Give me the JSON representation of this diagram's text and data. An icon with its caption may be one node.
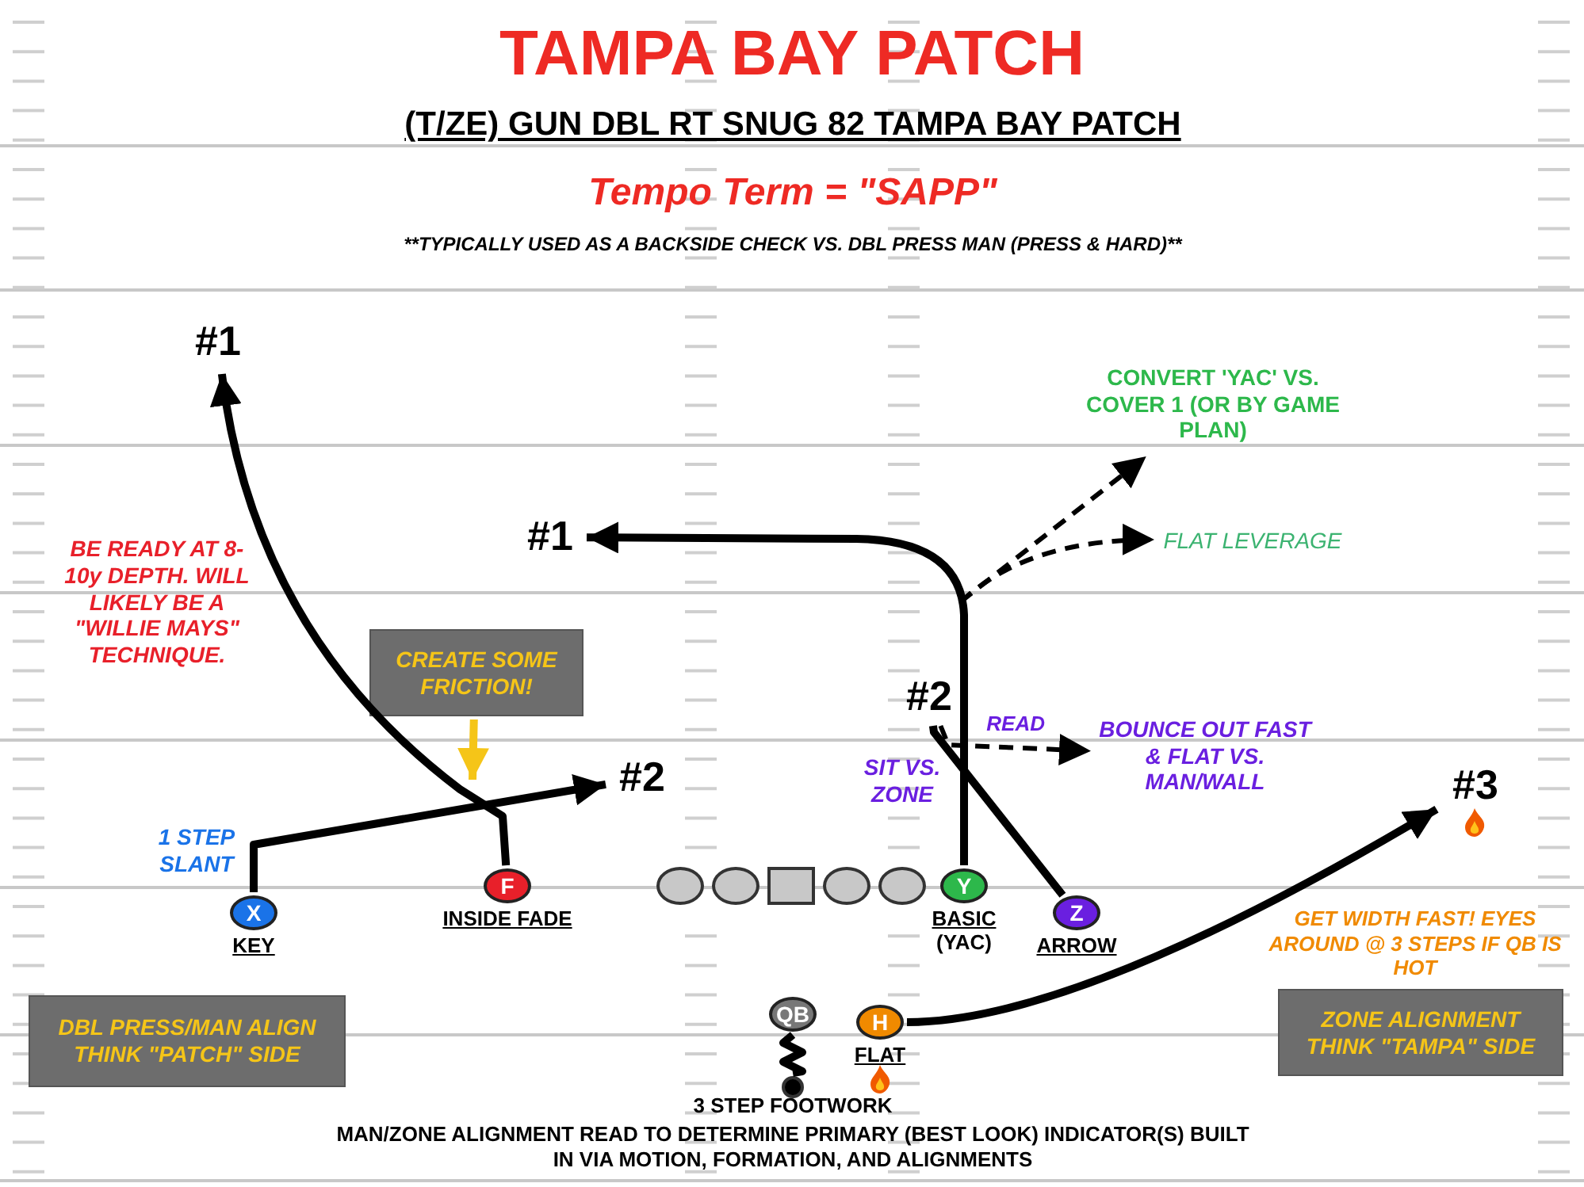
{
  "diagram": {
    "title": "TAMPA BAY PATCH",
    "nodes": [
      {
        "text": [
          "#1"
        ]
      },
      {
        "text": [
          "CONVERT 'YAC' VS. COVER 1 (OR BY GAME PLAN)"
        ]
      },
      {
        "text": [
          "#1"
        ]
      },
      {
        "text": [
          "FLAT LEVERAGE"
        ]
      },
      {
        "text": [
          "CREATE SOME FRICTION!"
        ]
      },
      {
        "text": [
          "#2"
        ]
      },
      {
        "text": [
          "#2"
        ]
      },
      {
        "text": [
          "BOUNCE OUT FAST & FLAT VS. MAN/WALL"
        ]
      },
      {
        "text": [
          "#3"
        ]
      },
      {
        "text": [
          "X"
        ],
        "beside": [
          "KEY"
        ]
      },
      {
        "text": [
          "F"
        ],
        "beside": [
          "INSIDE FADE"
        ]
      },
      {
        "text": [],
        "shape": "ellipse"
      },
      {
        "text": [],
        "shape": "ellipse"
      },
      {
        "text": [],
        "shape": "box"
      },
      {
        "text": [],
        "shape": "ellipse"
      },
      {
        "text": [],
        "shape": "ellipse"
      },
      {
        "text": [
          "Y"
        ],
        "beside": [
          "BASIC",
          "(YAC)"
        ]
      },
      {
        "text": [
          "Z"
        ],
        "beside": [
          "ARROW"
        ]
      },
      {
        "text": [
          "DBL PRESS/MAN ALIGN THINK \"PATCH\" SIDE"
        ]
      },
      {
        "text": [
          "QB"
        ]
      },
      {
        "text": [
          "H"
        ],
        "beside": [
          "FLAT"
        ]
      },
      {
        "text": [
          "ZONE ALIGNMENT THINK \"TAMPA\" SIDE"
        ]
      },
      {
        "text": [],
        "shape": "circle"
      }
    ],
    "edges": [
      {
        "from": 9,
        "to": 5,
        "arrow": "to"
      },
      {
        "from": 10,
        "to": 0,
        "arrow": "to"
      },
      {
        "from": 16,
        "to": 2,
        "arrow": "to"
      },
      {
        "from": 16,
        "to": 1,
        "arrow": "to",
        "style": "dashed"
      },
      {
        "from": 16,
        "to": 3,
        "arrow": "to",
        "style": "dashed"
      },
      {
        "from": 17,
        "to": 6,
        "arrow": "none"
      },
      {
        "from": 6,
        "to": 7,
        "arrow": "to",
        "style": "dashed",
        "label": "READ"
      },
      {
        "from": 20,
        "to": 8,
        "arrow": "to"
      },
      {
        "from": 4,
        "to": null,
        "arrow": "to",
        "color": "#f5c518"
      },
      {
        "from": 19,
        "to": 22,
        "arrow": "none"
      }
    ],
    "labels": [
      "(T/ZE) GUN DBL RT SNUG 82 TAMPA BAY PATCH",
      "Tempo Term = \"SAPP\"",
      "**TYPICALLY USED AS A BACKSIDE CHECK VS. DBL PRESS MAN (PRESS & HARD)**",
      "BE READY AT 8-10y DEPTH. WILL LIKELY BE A \"WILLIE MAYS\" TECHNIQUE.",
      "1 STEP SLANT",
      "SIT VS. ZONE",
      "GET WIDTH FAST! EYES AROUND @ 3 STEPS IF QB IS HOT",
      "3 STEP FOOTWORK",
      "MAN/ZONE ALIGNMENT READ TO DETERMINE PRIMARY (BEST LOOK) INDICATOR(S) BUILT IN VIA MOTION, FORMATION, AND ALIGNMENTS"
    ]
  }
}
